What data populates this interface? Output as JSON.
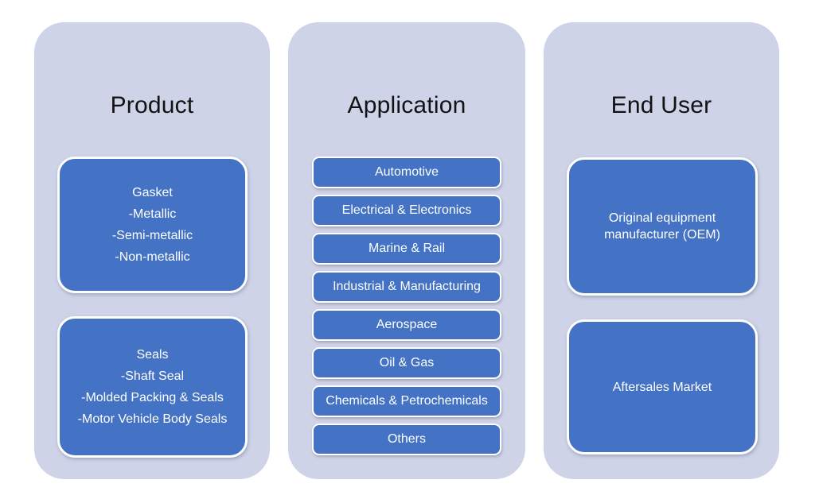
{
  "diagram": {
    "columns": [
      {
        "title": "Product",
        "boxes": [
          {
            "lines": [
              "Gasket",
              "-Metallic",
              "-Semi-metallic",
              "-Non-metallic"
            ]
          },
          {
            "lines": [
              "Seals",
              "-Shaft Seal",
              "-Molded Packing & Seals",
              "-Motor Vehicle Body Seals"
            ]
          }
        ]
      },
      {
        "title": "Application",
        "items": [
          "Automotive",
          "Electrical & Electronics",
          "Marine & Rail",
          "Industrial & Manufacturing",
          "Aerospace",
          "Oil & Gas",
          "Chemicals & Petrochemicals",
          "Others"
        ]
      },
      {
        "title": "End User",
        "boxes": [
          {
            "text": "Original equipment manufacturer (OEM)"
          },
          {
            "text": "Aftersales Market"
          }
        ]
      }
    ],
    "colors": {
      "page_bg": "#ffffff",
      "panel_bg": "#ced3e8",
      "box_fill": "#4472c4",
      "box_border": "#ffffff",
      "box_text": "#ffffff",
      "title_text": "#121212"
    }
  }
}
